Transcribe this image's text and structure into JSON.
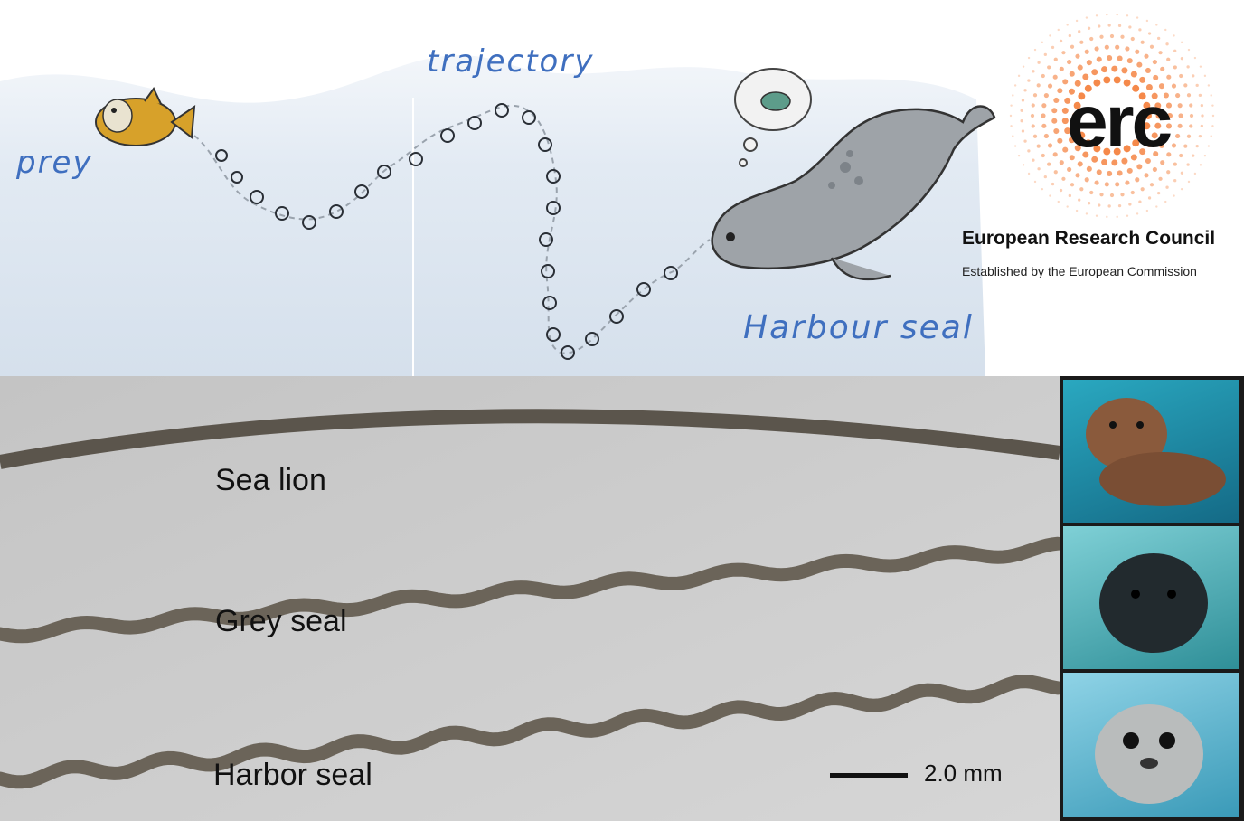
{
  "top_panel": {
    "prey_label": "prey",
    "trajectory_label": "trajectory",
    "harbour_seal_label": "Harbour seal"
  },
  "erc": {
    "logo_text": "erc",
    "name": "European Research Council",
    "tagline": "Established by the European Commission",
    "accent_color": "#f26a1b"
  },
  "whiskers": {
    "sea_lion": "Sea lion",
    "grey_seal": "Grey seal",
    "harbor_seal": "Harbor seal",
    "scale_bar_label": "2.0 mm"
  },
  "colors": {
    "handwriting_blue": "#3f6fbf",
    "sky_wash": "#dfe8f2",
    "whisker_background": "#cfcfcf"
  }
}
